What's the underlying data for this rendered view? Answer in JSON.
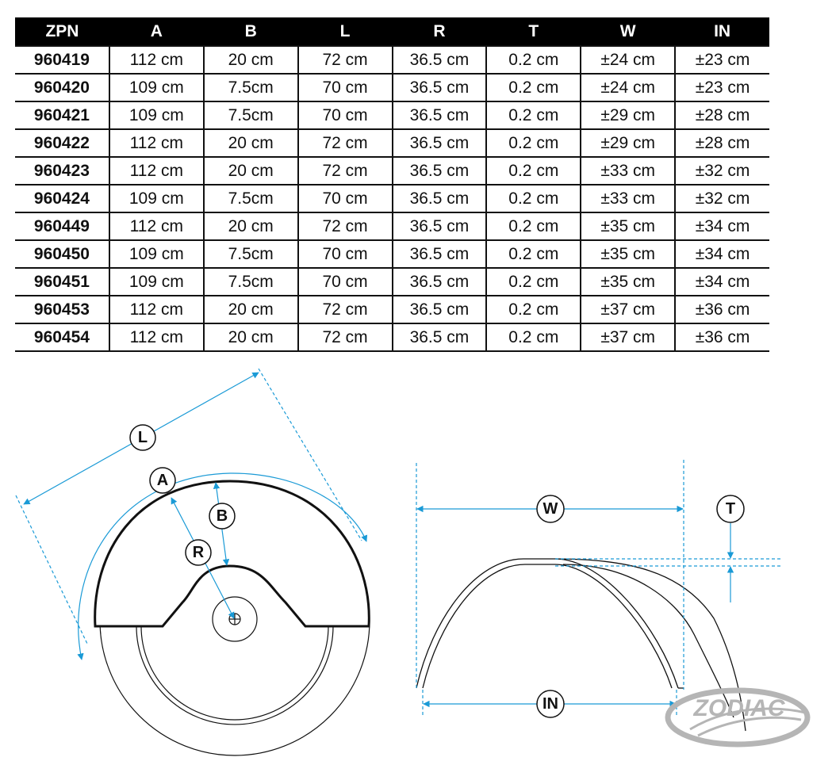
{
  "table": {
    "headers": [
      "ZPN",
      "A",
      "B",
      "L",
      "R",
      "T",
      "W",
      "IN"
    ],
    "rows": [
      [
        "960419",
        "112 cm",
        "20 cm",
        "72 cm",
        "36.5 cm",
        "0.2 cm",
        "±24 cm",
        "±23 cm"
      ],
      [
        "960420",
        "109 cm",
        "7.5cm",
        "70 cm",
        "36.5 cm",
        "0.2 cm",
        "±24 cm",
        "±23 cm"
      ],
      [
        "960421",
        "109 cm",
        "7.5cm",
        "70 cm",
        "36.5 cm",
        "0.2 cm",
        "±29 cm",
        "±28 cm"
      ],
      [
        "960422",
        "112 cm",
        "20 cm",
        "72 cm",
        "36.5 cm",
        "0.2 cm",
        "±29 cm",
        "±28 cm"
      ],
      [
        "960423",
        "112 cm",
        "20 cm",
        "72 cm",
        "36.5 cm",
        "0.2 cm",
        "±33 cm",
        "±32 cm"
      ],
      [
        "960424",
        "109 cm",
        "7.5cm",
        "70 cm",
        "36.5 cm",
        "0.2 cm",
        "±33 cm",
        "±32 cm"
      ],
      [
        "960449",
        "112 cm",
        "20 cm",
        "72 cm",
        "36.5 cm",
        "0.2 cm",
        "±35 cm",
        "±34 cm"
      ],
      [
        "960450",
        "109 cm",
        "7.5cm",
        "70 cm",
        "36.5 cm",
        "0.2 cm",
        "±35 cm",
        "±34 cm"
      ],
      [
        "960451",
        "109 cm",
        "7.5cm",
        "70 cm",
        "36.5 cm",
        "0.2 cm",
        "±35 cm",
        "±34 cm"
      ],
      [
        "960453",
        "112 cm",
        "20 cm",
        "72 cm",
        "36.5 cm",
        "0.2 cm",
        "±37 cm",
        "±36 cm"
      ],
      [
        "960454",
        "112 cm",
        "20 cm",
        "72 cm",
        "36.5 cm",
        "0.2 cm",
        "±37 cm",
        "±36 cm"
      ]
    ]
  },
  "diagram": {
    "labels": {
      "L": "L",
      "A": "A",
      "B": "B",
      "R": "R",
      "W": "W",
      "T": "T",
      "IN": "IN"
    },
    "logo": "ZODIAC",
    "colors": {
      "dimension": "#1a9ad6",
      "outline": "#111111",
      "logo": "#b5b5b5"
    }
  }
}
